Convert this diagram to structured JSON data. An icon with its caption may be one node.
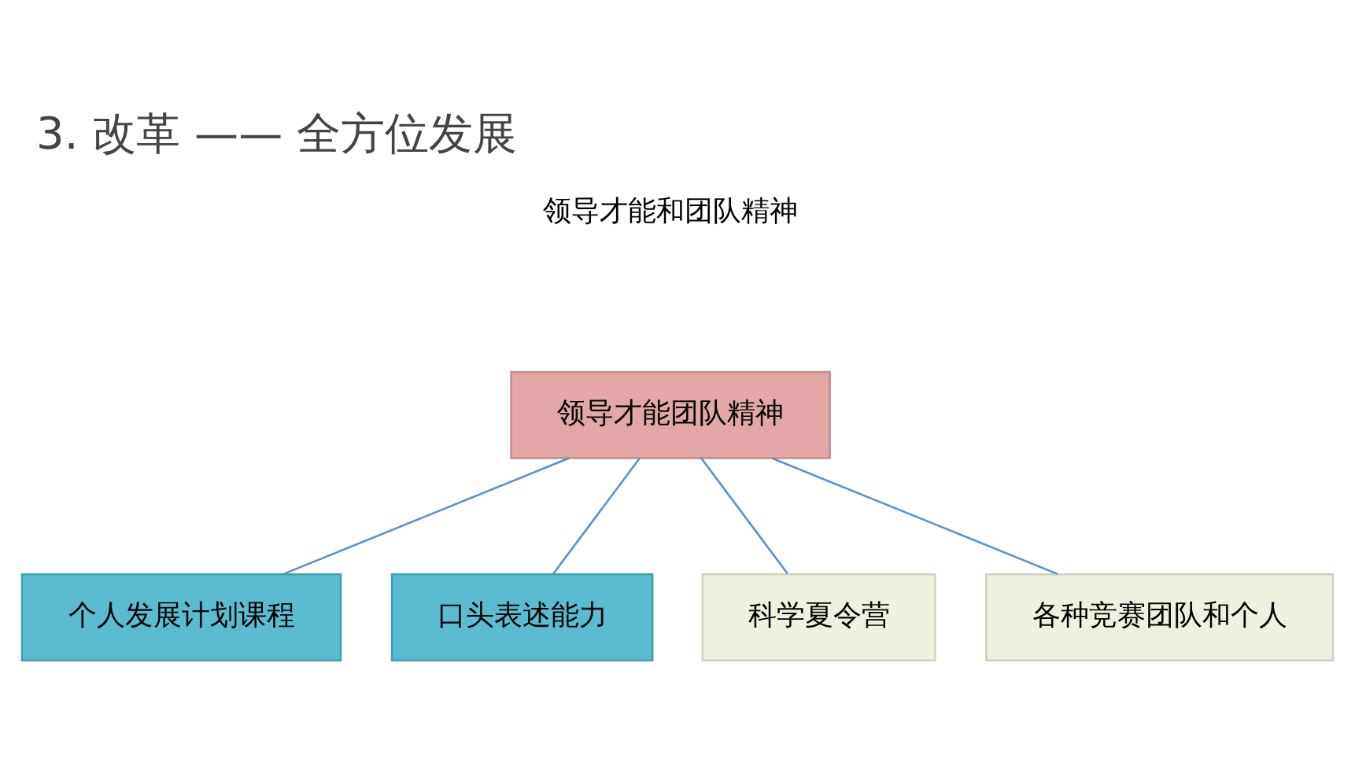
{
  "diagram": {
    "title": "3. 改革 —— 全方位发展",
    "nodes": [
      {
        "text": [
          "领导才能团队精神"
        ]
      },
      {
        "text": [
          "个人发展计划课程"
        ]
      },
      {
        "text": [
          "口头表述能力"
        ]
      },
      {
        "text": [
          "科学夏令营"
        ]
      },
      {
        "text": [
          "各种竞赛团队和个人"
        ]
      }
    ],
    "edges": [
      {
        "from": 0,
        "to": 1,
        "arrow": "none"
      },
      {
        "from": 0,
        "to": 2,
        "arrow": "none"
      },
      {
        "from": 0,
        "to": 3,
        "arrow": "none"
      },
      {
        "from": 0,
        "to": 4,
        "arrow": "none"
      }
    ],
    "labels": [
      "领导才能和团队精神"
    ]
  }
}
